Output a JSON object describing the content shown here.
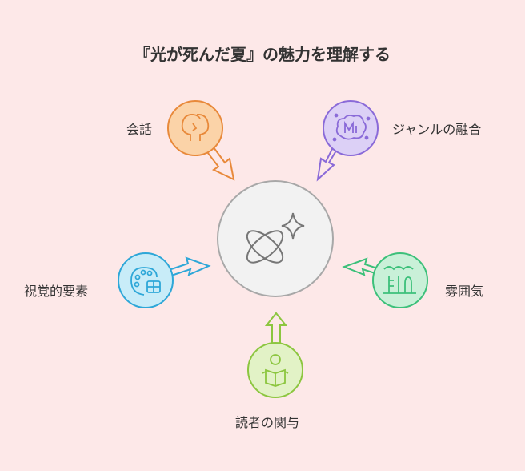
{
  "title": "『光が死んだ夏』の魅力を理解する",
  "center": {
    "icon": "sparkle-orbit-icon"
  },
  "nodes": [
    {
      "label": "会話",
      "icon": "two-faces-icon",
      "color": "#e8893a",
      "fill": "#fbd3a8"
    },
    {
      "label": "ジャンルの融合",
      "icon": "cloud-m-icon",
      "color": "#8a6ad8",
      "fill": "#dcd0f6"
    },
    {
      "label": "視覚的要素",
      "icon": "palette-icon",
      "color": "#2ea7d8",
      "fill": "#c8ecf8"
    },
    {
      "label": "雰囲気",
      "icon": "foggy-building-icon",
      "color": "#3cc07a",
      "fill": "#c9f0d8"
    },
    {
      "label": "読者の関与",
      "icon": "reader-book-icon",
      "color": "#8cc63f",
      "fill": "#e2f2c6"
    }
  ]
}
